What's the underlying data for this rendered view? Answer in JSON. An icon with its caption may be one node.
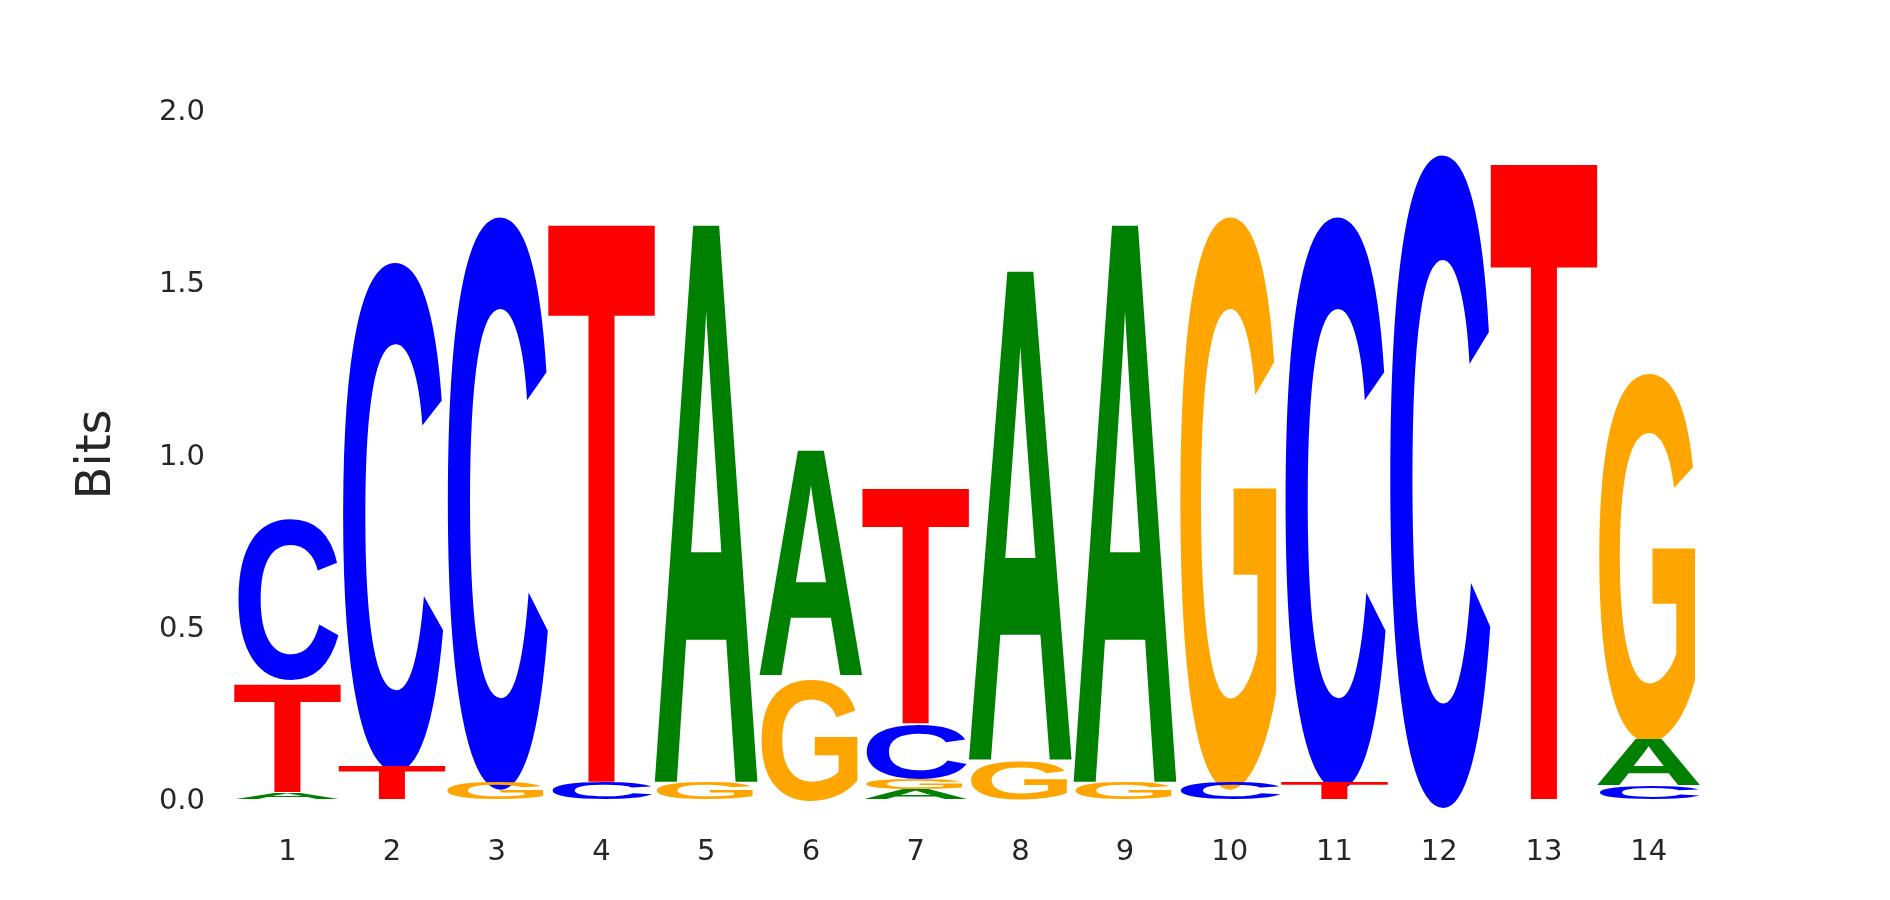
{
  "diagram": {
    "labels": [
      "2.0",
      "1.5",
      "1.0",
      "0.5",
      "0.0",
      "Bits",
      "C",
      "T",
      "A",
      "C",
      "T",
      "C",
      "G",
      "T",
      "C",
      "A",
      "G",
      "A",
      "G",
      "T",
      "C",
      "G",
      "A",
      "A",
      "G",
      "A",
      "G",
      "G",
      "C",
      "C",
      "T",
      "C",
      "T",
      "G",
      "A",
      "C",
      "1",
      "2",
      "3",
      "4",
      "5",
      "6",
      "7",
      "8",
      "9",
      "10",
      "11",
      "12",
      "13",
      "14"
    ]
  }
}
